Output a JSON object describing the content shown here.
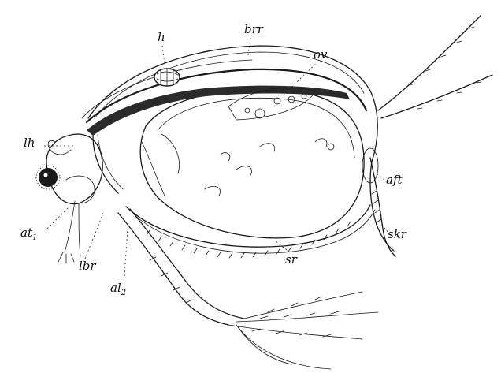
{
  "figure": {
    "labels": {
      "h": "h",
      "brr": "brr",
      "ov": "ov",
      "lh": "lh",
      "aft": "aft",
      "skr": "skr",
      "sr": "sr",
      "at1_base": "at",
      "at1_sub": "1",
      "lbr": "lbr",
      "al2_base": "al",
      "al2_sub": "2"
    }
  }
}
